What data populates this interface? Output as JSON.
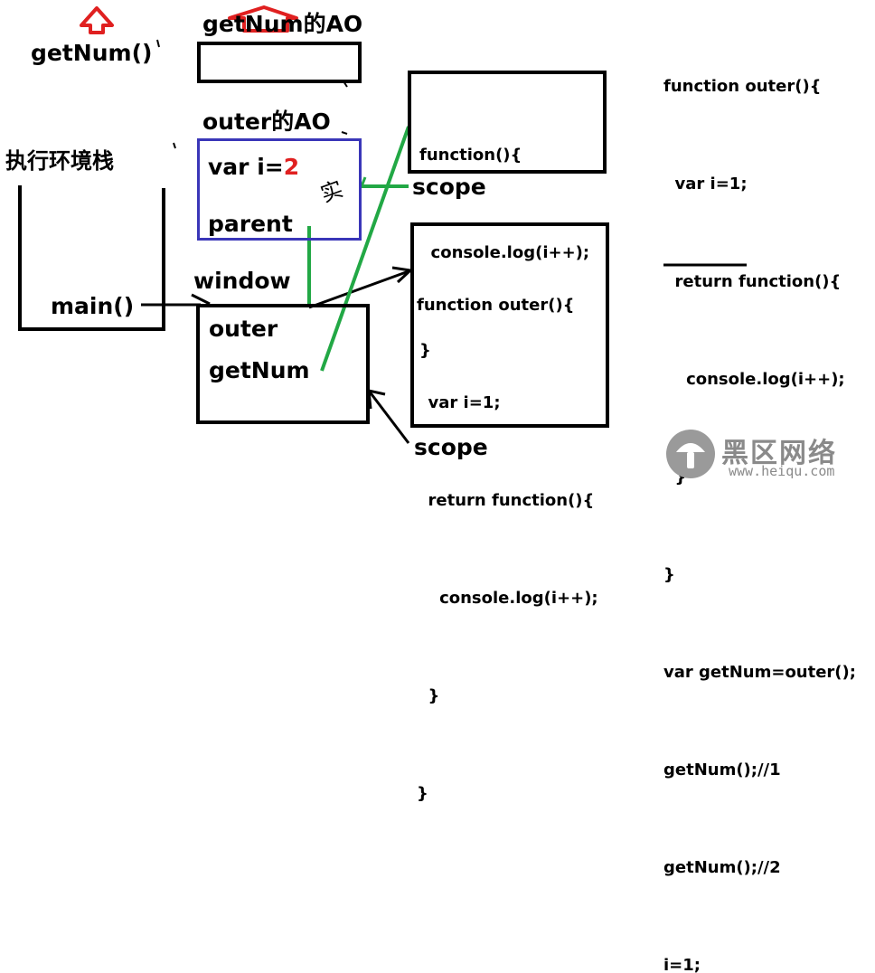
{
  "labels": {
    "getnum_call": "getNum()",
    "getnum_ao": "getNum的AO",
    "outer_ao": "outer的AO",
    "exec_stack": "执行环境栈",
    "main_call": "main()",
    "window": "window",
    "scope_top": "scope",
    "scope_bottom": "scope",
    "handwritten_mark": "实",
    "colors": {
      "red": "#e02020",
      "blue": "#3a36b8",
      "green": "#22a845"
    }
  },
  "outer_ao_box": {
    "var_label": "var  i=",
    "var_value": "2",
    "parent_label": "parent"
  },
  "window_box": {
    "items": [
      "outer",
      "getNum"
    ]
  },
  "inner_function_box": {
    "lines": [
      "function(){",
      "  console.log(i++);",
      "}"
    ]
  },
  "outer_function_box": {
    "lines": [
      "function outer(){",
      "  var i=1;",
      "  return function(){",
      "    console.log(i++);",
      "  }",
      "}"
    ]
  },
  "code_panel": {
    "lines": [
      "function outer(){",
      "  var i=1;",
      "  return function(){",
      "    console.log(i++);",
      "  }",
      "}",
      "var getNum=outer();",
      "getNum();//1",
      "getNum();//2",
      "i=1;"
    ]
  },
  "watermark": {
    "name": "黑区网络",
    "url": "www.heiqu.com"
  }
}
